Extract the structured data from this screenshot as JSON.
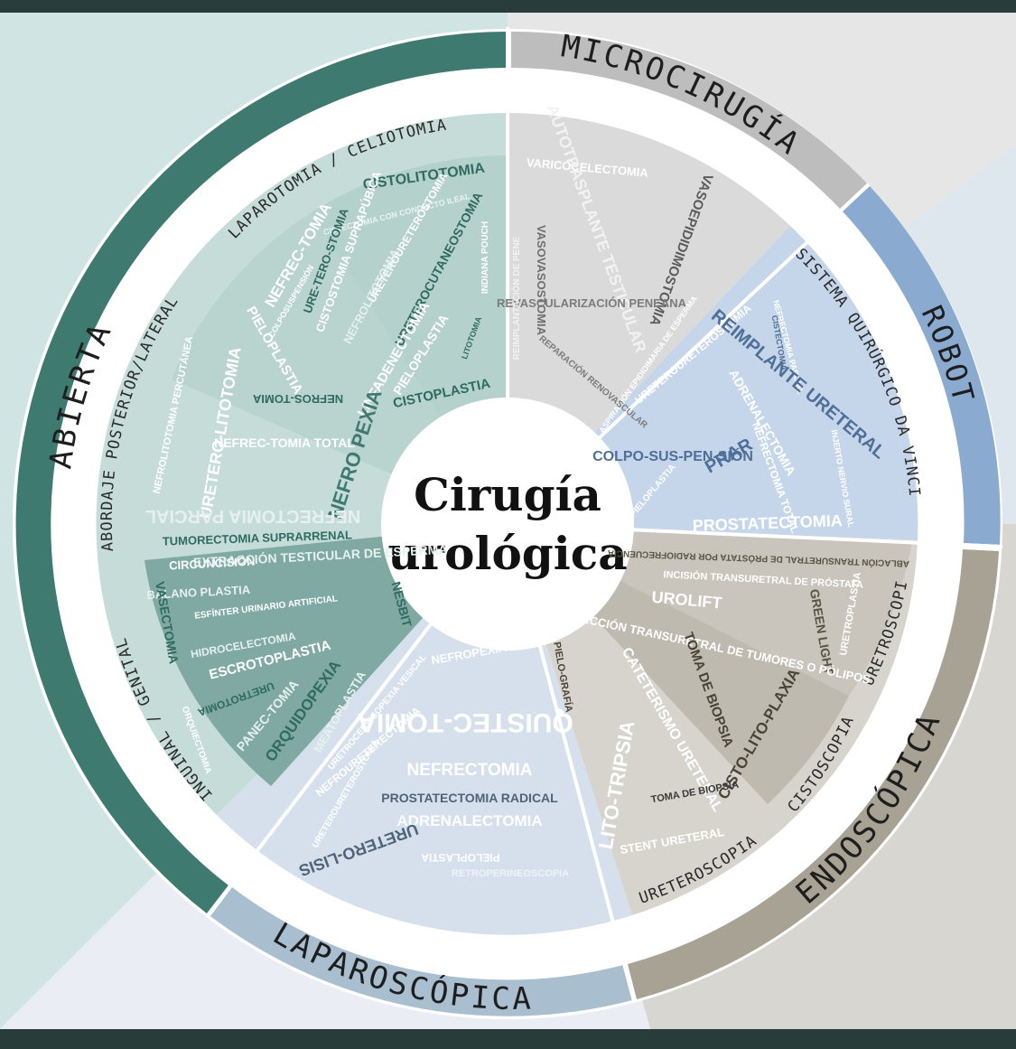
{
  "center": {
    "title_line1": "Cirugía",
    "title_line2": "urológica"
  },
  "categories": {
    "abierta": "ABIERTA",
    "microcirugia": "MICROCIRUGÍA",
    "robot": "ROBOT",
    "endoscopica": "ENDOSCÓPICA",
    "laparoscopica": "LAPAROSCÓPICA"
  },
  "subcategories": {
    "laparotomia": "LAPAROTOMIA / CELIOTOMIA",
    "abordaje": "ABORDAJE POSTERIOR/LATERAL",
    "inguinal": "INGUINAL / GENITAL",
    "sistema_da_vinci": "SISTEMA QUIRÚRGICO DA VINCI",
    "uretroscopia": "URETROSCOPIA",
    "cistoscopia": "CISTOSCOPIA",
    "ureteroscopia": "URETEROSCOPIA"
  },
  "procedures": {
    "laparotomia": [
      "CISTOLITOTOMIA",
      "CISTECTOMIA CON CONDUCTO ILEAL",
      "CISTOSTOMIA SUPRAPÚBICA",
      "NEFREC-TOMIA",
      "URE-TERO-STOMIA",
      "URETEROURETEROSTOMIA",
      "URETEROCUTANEOSTOMIA",
      "NEFROLITOTOMIA",
      "LINFADENECTOMIA",
      "PIELOPLASTIA",
      "CISTOPLASTIA",
      "INDIANA POUCH",
      "LITOTOMIA",
      "COLPOSUSPENSIÓN"
    ],
    "abordaje": [
      "NEFROLITOTOMIA PERCUTÁNEA",
      "PIELOPLASTIA",
      "URETERO-LITOTOMIA",
      "NEFROS-TOMIA",
      "NEFREC-TOMIA TOTAL",
      "NEFRO PEXIA",
      "NEFRECTOMIA PARCIAL",
      "TUMORECTOMIA SUPRARRENAL"
    ],
    "inguinal": [
      "CIRCUNCISIÓN",
      "BALANO PLASTIA",
      "EXTRACCIÓN TESTICULAR DE ESPERMA",
      "ESFÍNTER URINARIO ARTIFICIAL",
      "VASECTOMIA",
      "HIDROCELECTOMIA",
      "ESCROTOPLASTIA",
      "URETROTOMIA",
      "PANEC-TOMIA",
      "ORQUIDOPEXIA",
      "MEATOPLASTIA",
      "NESBIT",
      "ORQUIECTOMIA"
    ],
    "microcirugia": [
      "VARICOCELECTOMIA",
      "AUTOTRASPLANTE TESTICULAR",
      "VASOVASOSTOMIA",
      "VASOEPIDIDIMOSTOMIA",
      "REVASCULARIZACIÓN PENEANA",
      "REIMPLANTACIÓN DE PENE",
      "ASPIRACIÓN EPIDIDIMARIA DE ESPERMA",
      "REPARACIÓN RENOVASCULAR"
    ],
    "robot": [
      "NEFRECTOMIA PARCIAL",
      "CISTECTOMIA",
      "URETEROURETEROSTOMIA",
      "REIMPLANTE URETERAL",
      "ADRENALECTOMIA",
      "COLPO-SUS-PEN-SIÓN",
      "PRAR",
      "NEFRECTOMIA TOTAL",
      "INJERTO NERVIO SURAL",
      "PIELOPLASTIA",
      "PROSTATECTOMIA"
    ],
    "uretroscopia": [
      "ABLACIÓN TRANSURETRAL DE PRÓSTATA POR RADIOFRECUENCIA",
      "INCISIÓN TRANSURETRAL DE PRÓSTATA",
      "UROLIFT",
      "GREEN LIGHT",
      "URETROPLASTIA",
      "RESECCIÓN TRANSURETRAL DE TUMORES O PÓLIPOS"
    ],
    "cistoscopia": [
      "CISTO-LITO-PLAXIA",
      "TOMA DE BIOPSIA",
      "CATETERISMO URETERAL"
    ],
    "ureteroscopia": [
      "LITO-TRIPSIA",
      "PIELO-GRAFÍA",
      "TOMA DE BIOPSIA",
      "STENT URETERAL"
    ],
    "laparoscopica": [
      "NEFROPEXIA",
      "QUISTEC-TOMIA",
      "NEFRECTOMIA",
      "PROSTATECTOMIA RADICAL",
      "ADRENALECTOMIA",
      "URETERO-LISIS",
      "PIELOPLASTIA",
      "RETROPERINEOSCOPIA",
      "URETEROURETEROSTOMIA",
      "NEFROURETERECTOMIA",
      "URETROCERVICOPEXIA VESICAL"
    ]
  },
  "colors": {
    "abierta_dark": "#3f7a70",
    "abierta_bg": "#cfe4e2",
    "microcirugia_dark": "#bdbdbe",
    "robot_dark": "#8aaad0",
    "endoscopica_dark": "#a8a294",
    "laparoscopica_dark": "#a9bfd0",
    "frame": "#283d39"
  }
}
